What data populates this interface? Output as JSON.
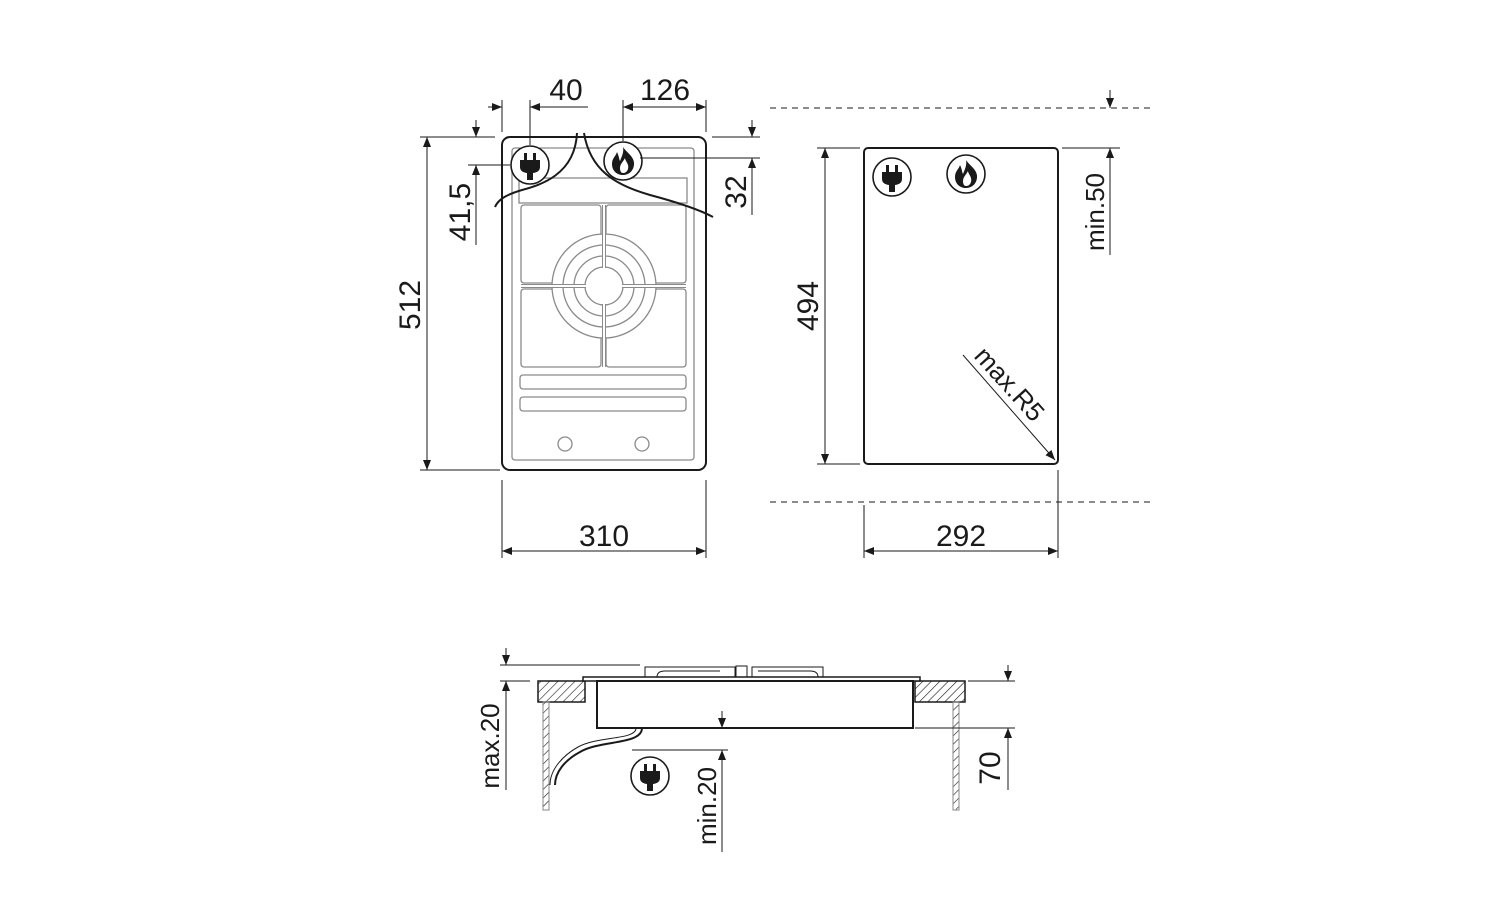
{
  "title": "Built-in gas hob installation dimensions",
  "top_view": {
    "dim_plug_offset": "40",
    "dim_gas_offset": "126",
    "dim_plug_depth": "41,5",
    "dim_gas_depth": "32",
    "dim_depth": "512",
    "dim_width": "310"
  },
  "cutout_view": {
    "dim_depth": "494",
    "dim_width": "292",
    "dim_back_clearance": "min.50",
    "dim_corner_radius": "max.R5"
  },
  "side_view": {
    "dim_top_thickness": "max.20",
    "dim_cable_clearance": "min.20",
    "dim_depth_below": "70"
  },
  "icons": [
    "plug-icon",
    "gas-flame-icon"
  ]
}
